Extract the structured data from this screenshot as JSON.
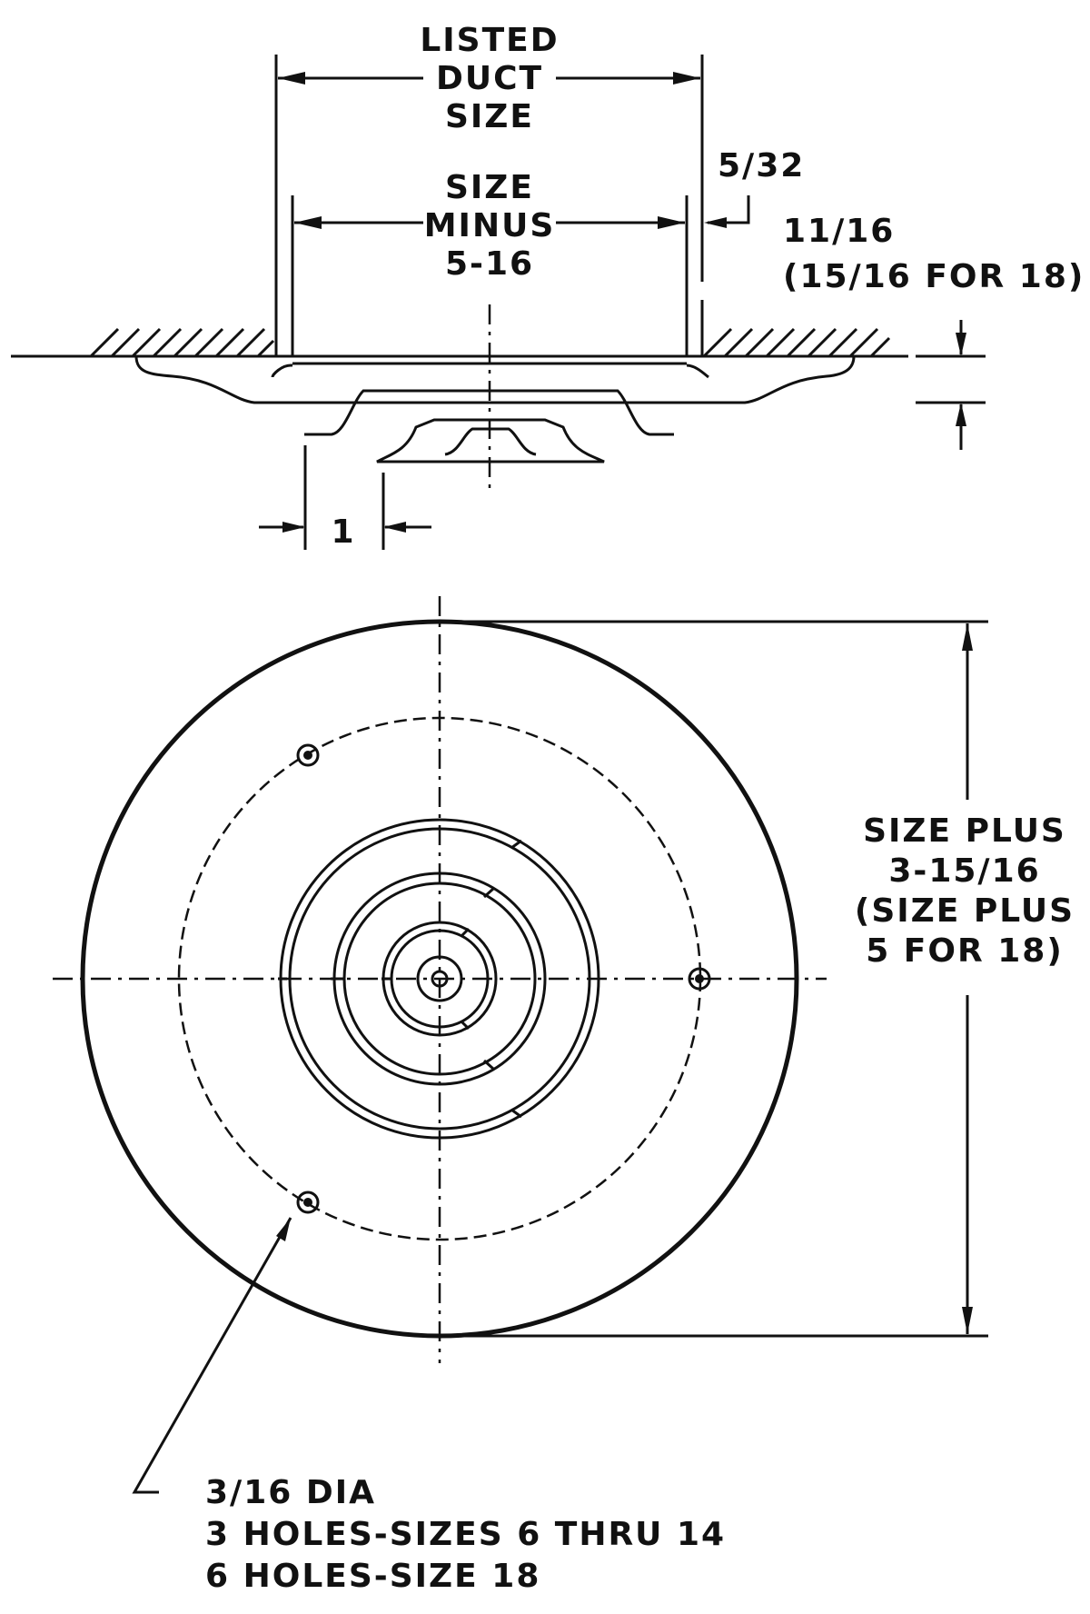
{
  "side_view": {
    "duct_label": [
      "LISTED",
      "DUCT",
      "SIZE"
    ],
    "inner_label": [
      "SIZE",
      "MINUS",
      "5-16"
    ],
    "gap_label": "5/32",
    "height_label": [
      "11/16",
      "(15/16 FOR 18)"
    ],
    "step_label": "1"
  },
  "plan_view": {
    "dia_label": [
      "SIZE PLUS",
      "3-15/16",
      "(SIZE PLUS",
      "5 FOR 18)"
    ],
    "hole_note": [
      "3/16 DIA",
      "3 HOLES-SIZES 6 THRU 14",
      "6 HOLES-SIZE 18"
    ]
  }
}
